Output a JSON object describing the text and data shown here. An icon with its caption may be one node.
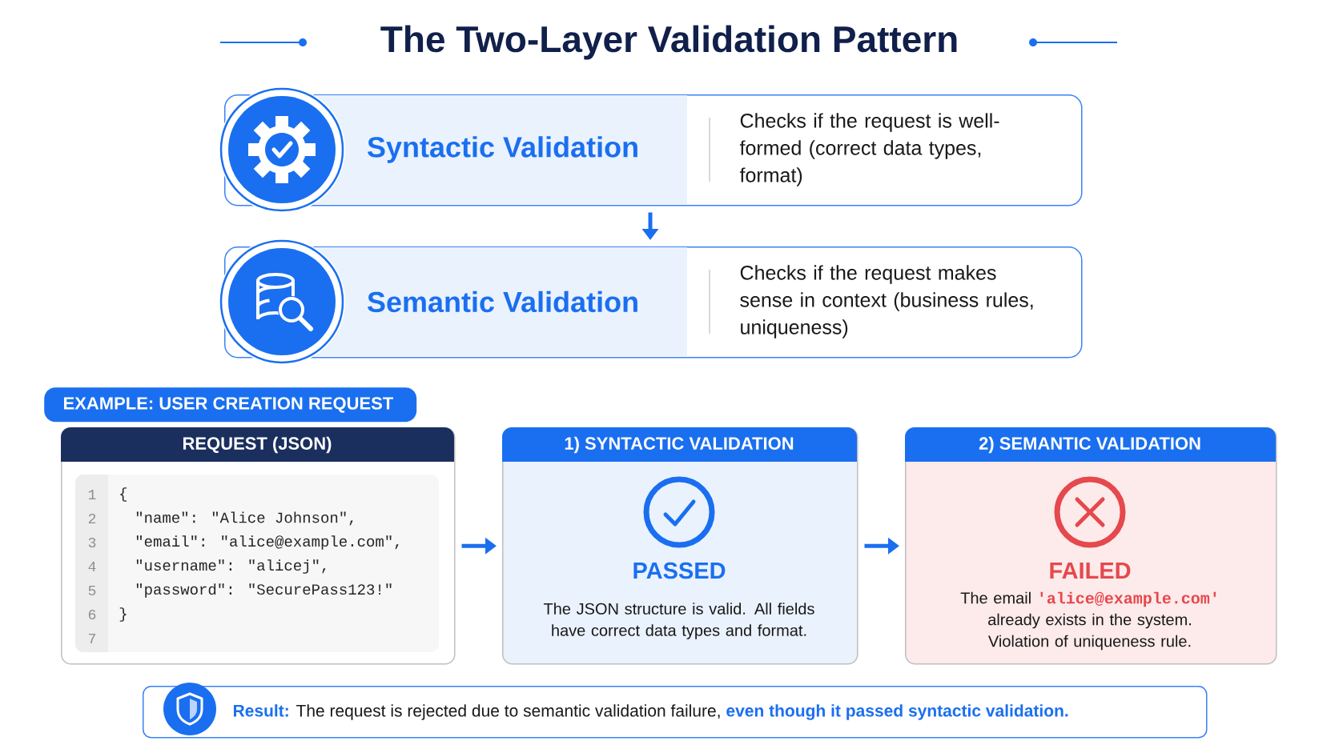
{
  "diagram": {
    "title": "The Two-Layer Validation Pattern",
    "nodes": [
      {
        "text": [
          "Syntactic Validation",
          "Checks if the request is well-formed (correct data types, format)"
        ]
      },
      {
        "text": [
          "Semantic Validation",
          "Checks if the request makes sense in context (business rules, uniqueness)"
        ]
      },
      {
        "text": [
          "EXAMPLE: USER CREATION REQUEST"
        ]
      },
      {
        "text": [
          "REQUEST (JSON)",
          "{",
          "\"name\": \"Alice Johnson\",",
          "\"email\": \"alice@example.com\",",
          "\"username\": \"alicej\",",
          "\"password\": \"SecurePass123!\"",
          "}"
        ]
      },
      {
        "text": [
          "1) SYNTACTIC VALIDATION",
          "PASSED",
          "The JSON structure is valid. All fields have correct data types and format."
        ]
      },
      {
        "text": [
          "2) SEMANTIC VALIDATION",
          "FAILED",
          "The email **'alice@example.com'** already exists in the system. Violation of uniqueness rule."
        ]
      },
      {
        "text": [
          "**Result:** The request is rejected due to semantic validation failure, **even though it passed syntactic validation.**"
        ]
      }
    ],
    "edges": [
      {
        "from": 0,
        "to": 1,
        "arrow": "to"
      },
      {
        "from": 3,
        "to": 4,
        "arrow": "to"
      },
      {
        "from": 4,
        "to": 5,
        "arrow": "to"
      }
    ],
    "labels": [
      "1",
      "2",
      "3",
      "4",
      "5",
      "6",
      "7"
    ]
  }
}
